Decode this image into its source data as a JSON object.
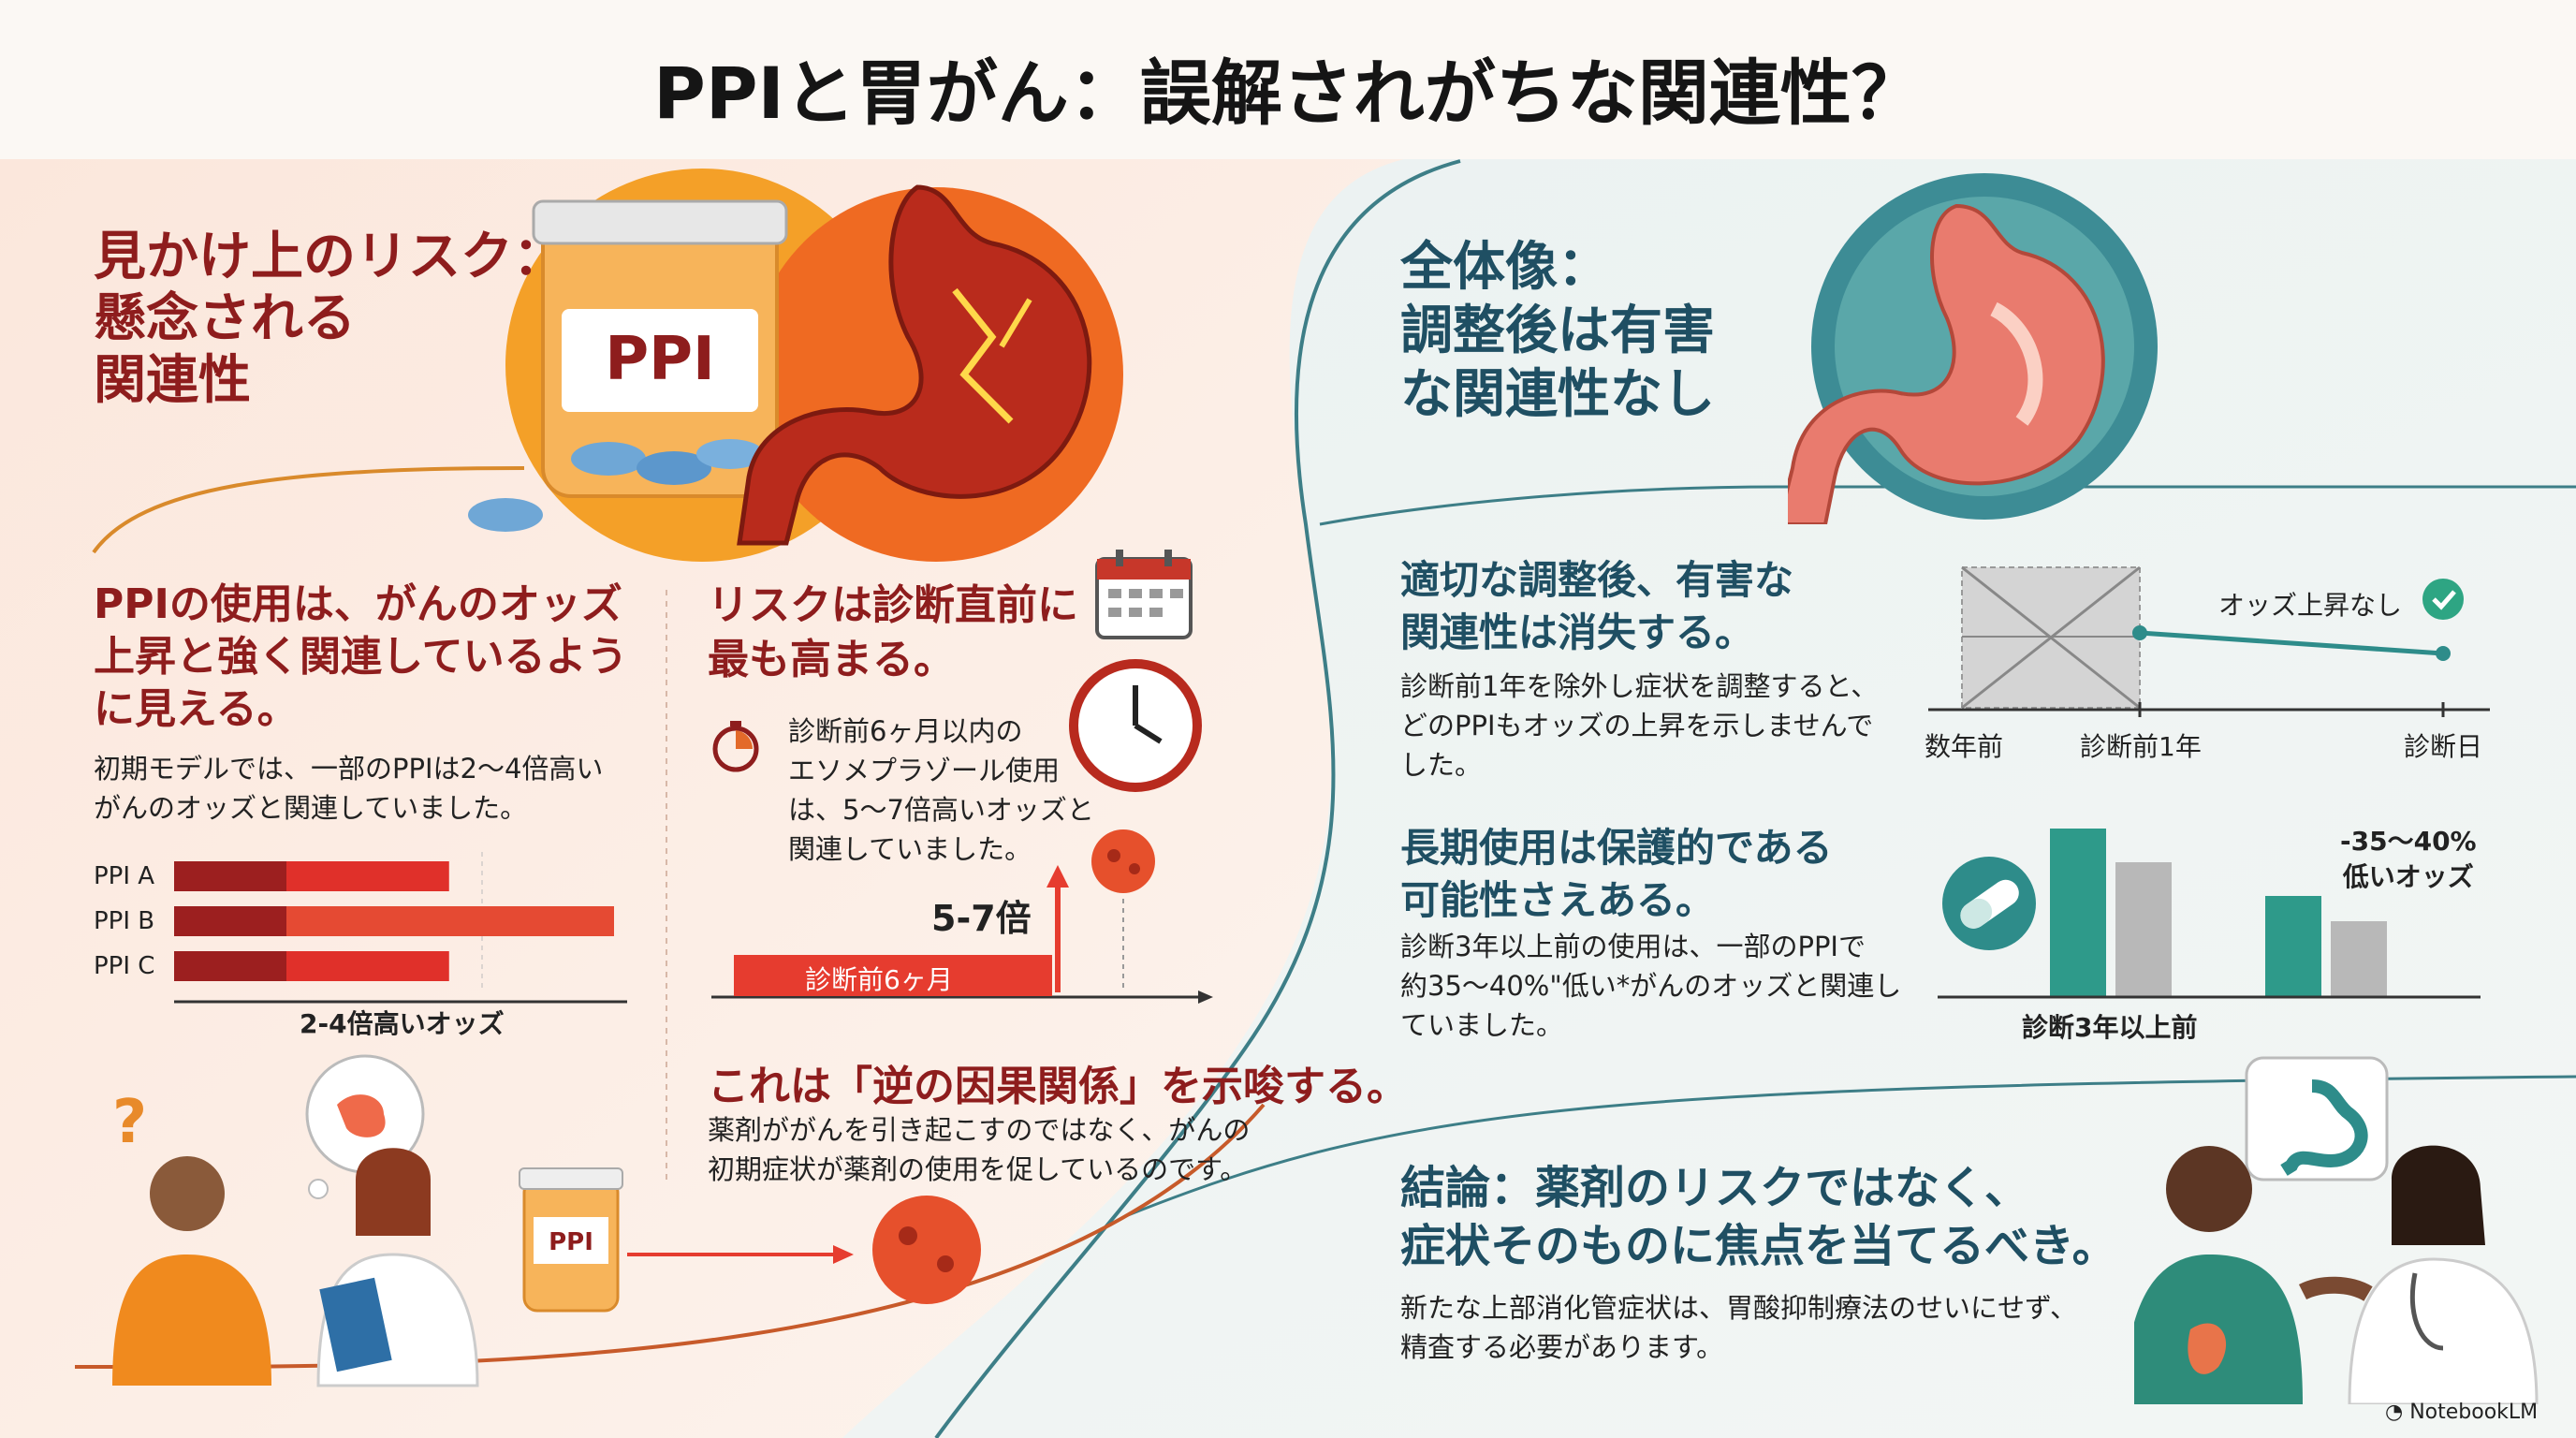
{
  "title": "PPIと胃がん：誤解されがちな関連性？",
  "left": {
    "heading": [
      "見かけ上のリスク：",
      "懸念される",
      "関連性"
    ],
    "bottle_label": "PPI",
    "s1": {
      "heading": [
        "PPIの使用は、がんのオッズ",
        "上昇と強く関連しているよう",
        "に見える。"
      ],
      "body": [
        "初期モデルでは、一部のPPIは2〜4倍高い",
        "がんのオッズと関連していました。"
      ],
      "bars": [
        {
          "label": "PPI A",
          "value": 2.5
        },
        {
          "label": "PPI B",
          "value": 4
        },
        {
          "label": "PPI C",
          "value": 2.5
        }
      ],
      "bar_caption": "2-4倍高いオッズ"
    },
    "s2": {
      "heading": [
        "リスクは診断直前に",
        "最も高まる。"
      ],
      "body": [
        "診断前6ヶ月以内の",
        "エソメプラゾール使用",
        "は、5〜7倍高いオッズと",
        "関連していました。"
      ],
      "multiplier": "5-7倍",
      "timeline_label": "診断前6ヶ月"
    },
    "s3": {
      "heading": "これは「逆の因果関係」を示唆する。",
      "body": [
        "薬剤ががんを引き起こすのではなく、がんの",
        "初期症状が薬剤の使用を促しているのです。"
      ],
      "small_bottle_label": "PPI"
    }
  },
  "right": {
    "heading": [
      "全体像：",
      "調整後は有害",
      "な関連性なし"
    ],
    "s1": {
      "heading": [
        "適切な調整後、有害な",
        "関連性は消失する。"
      ],
      "body": [
        "診断前1年を除外し症状を調整すると、",
        "どのPPIもオッズの上昇を示しませんで",
        "した。"
      ],
      "no_increase": "オッズ上昇なし",
      "axis": [
        "数年前",
        "診断前1年",
        "診断日"
      ]
    },
    "s2": {
      "heading": [
        "長期使用は保護的である",
        "可能性さえある。"
      ],
      "body": [
        "診断3年以上前の使用は、一部のPPIで",
        "約35〜40%\"低い*がんのオッズと関連し",
        "ていました。"
      ],
      "callout": [
        "-35〜40%",
        "低いオッズ"
      ],
      "bars_caption": "診断3年以上前",
      "bar_values": [
        100,
        80,
        60,
        45
      ]
    },
    "s3": {
      "heading": [
        "結論：薬剤のリスクではなく、",
        "症状そのものに焦点を当てるべき。"
      ],
      "body": [
        "新たな上部消化管症状は、胃酸抑制療法のせいにせず、",
        "精査する必要があります。"
      ]
    }
  },
  "footer": "NotebookLM",
  "colors": {
    "red": "#8e1d1d",
    "teal": "#1f4f63",
    "orange": "#f08a1e",
    "green": "#2ea583"
  }
}
